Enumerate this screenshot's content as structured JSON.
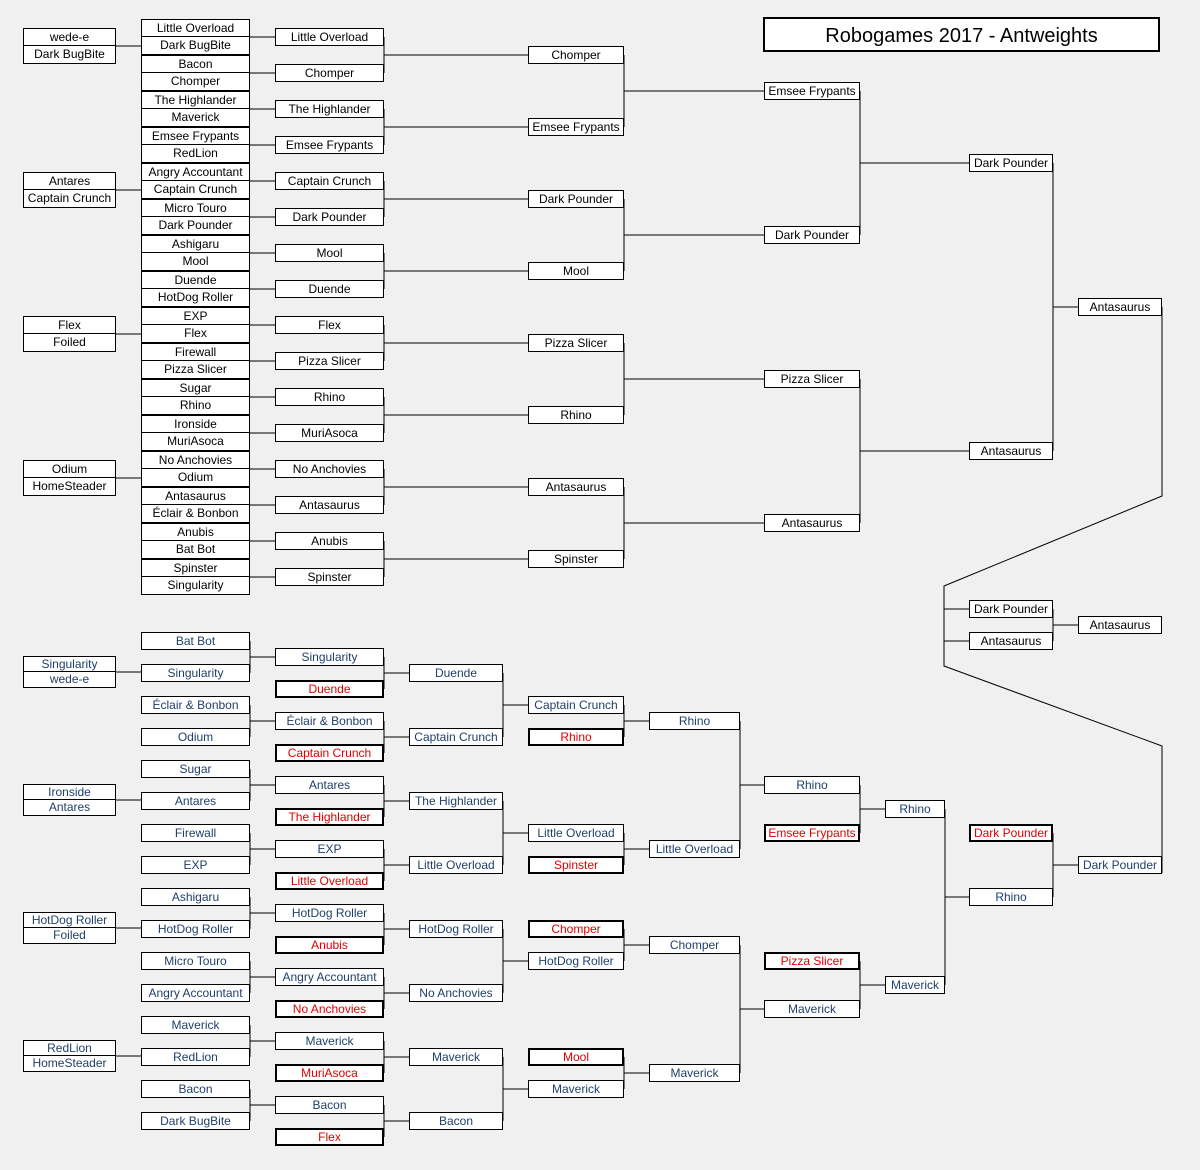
{
  "title": "Robogames 2017 - Antweights",
  "winners": {
    "play_in": [
      [
        "wede-e",
        "Dark BugBite"
      ],
      [
        "Antares",
        "Captain Crunch"
      ],
      [
        "Flex",
        "Foiled"
      ],
      [
        "Odium",
        "HomeSteader"
      ]
    ],
    "r1": [
      [
        "Little Overload",
        "Dark BugBite"
      ],
      [
        "Bacon",
        "Chomper"
      ],
      [
        "The Highlander",
        "Maverick"
      ],
      [
        "Emsee Frypants",
        "RedLion"
      ],
      [
        "Angry Accountant",
        "Captain Crunch"
      ],
      [
        "Micro Touro",
        "Dark Pounder"
      ],
      [
        "Ashigaru",
        "Mool"
      ],
      [
        "Duende",
        "HotDog Roller"
      ],
      [
        "EXP",
        "Flex"
      ],
      [
        "Firewall",
        "Pizza Slicer"
      ],
      [
        "Sugar",
        "Rhino"
      ],
      [
        "Ironside",
        "MuriAsoca"
      ],
      [
        "No Anchovies",
        "Odium"
      ],
      [
        "Antasaurus",
        "Éclair & Bonbon"
      ],
      [
        "Anubis",
        "Bat Bot"
      ],
      [
        "Spinster",
        "Singularity"
      ]
    ],
    "r2": [
      "Little Overload",
      "Chomper",
      "The Highlander",
      "Emsee Frypants",
      "Captain Crunch",
      "Dark Pounder",
      "Mool",
      "Duende",
      "Flex",
      "Pizza Slicer",
      "Rhino",
      "MuriAsoca",
      "No Anchovies",
      "Antasaurus",
      "Anubis",
      "Spinster"
    ],
    "r3": [
      "Chomper",
      "Emsee Frypants",
      "Dark Pounder",
      "Mool",
      "Pizza Slicer",
      "Rhino",
      "Antasaurus",
      "Spinster"
    ],
    "r4": [
      "Emsee Frypants",
      "Dark Pounder",
      "Pizza Slicer",
      "Antasaurus"
    ],
    "r5": [
      "Dark Pounder",
      "Antasaurus"
    ],
    "champion": "Antasaurus"
  },
  "finals": {
    "left": [
      "Dark Pounder",
      "Antasaurus"
    ],
    "winner": "Antasaurus"
  },
  "losers": {
    "play_in": [
      [
        "Singularity",
        "wede-e"
      ],
      [
        "Ironside",
        "Antares"
      ],
      [
        "HotDog Roller",
        "Foiled"
      ],
      [
        "RedLion",
        "HomeSteader"
      ]
    ],
    "l1": [
      "Bat Bot",
      "Singularity",
      "Éclair & Bonbon",
      "Odium",
      "Sugar",
      "Antares",
      "Firewall",
      "EXP",
      "Ashigaru",
      "HotDog Roller",
      "Micro Touro",
      "Angry Accountant",
      "Maverick",
      "RedLion",
      "Bacon",
      "Dark BugBite"
    ],
    "l2": [
      {
        "name": "Singularity",
        "drop": "Duende"
      },
      {
        "name": "Éclair & Bonbon",
        "drop": "Captain Crunch"
      },
      {
        "name": "Antares",
        "drop": "The Highlander"
      },
      {
        "name": "EXP",
        "drop": "Little Overload"
      },
      {
        "name": "HotDog Roller",
        "drop": "Anubis"
      },
      {
        "name": "Angry Accountant",
        "drop": "No Anchovies"
      },
      {
        "name": "Maverick",
        "drop": "MuriAsoca"
      },
      {
        "name": "Bacon",
        "drop": "Flex"
      }
    ],
    "l3": [
      "Duende",
      "Captain Crunch",
      "The Highlander",
      "Little Overload",
      "HotDog Roller",
      "No Anchovies",
      "Maverick",
      "Bacon"
    ],
    "l4": [
      {
        "name": "Captain Crunch",
        "drop": "Rhino"
      },
      {
        "name": "Little Overload",
        "drop": "Spinster"
      },
      {
        "drop": "Chomper",
        "name": "HotDog Roller"
      },
      {
        "drop": "Mool",
        "name": "Maverick"
      }
    ],
    "l5": [
      "Rhino",
      "Little Overload",
      "Chomper",
      "Maverick"
    ],
    "l6": [
      {
        "name": "Rhino",
        "drop": "Emsee Frypants"
      },
      {
        "drop": "Pizza Slicer",
        "name": "Maverick"
      }
    ],
    "l7": [
      "Rhino",
      "Maverick"
    ],
    "l8": {
      "drop": "Dark Pounder",
      "name": "Rhino"
    },
    "l9": "Dark Pounder"
  }
}
